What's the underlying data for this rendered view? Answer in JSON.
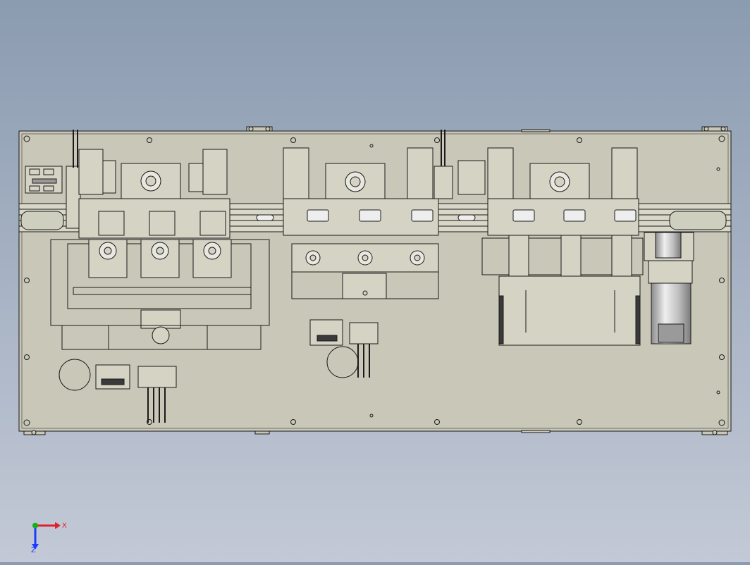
{
  "model_view": {
    "name": "cad-assembly-top-view",
    "colors": {
      "background_top": "#8b9bb0",
      "background_bottom": "#c3c9d6",
      "plate_fill": "#c9c8b8",
      "edge": "#1a1a1a",
      "part_fill": "#d4d3c4",
      "motor": "#c8c8c8",
      "dark_part": "#3a3a3a"
    }
  },
  "triad": {
    "x_label": "X",
    "z_label": "Z",
    "x_color": "#e0202a",
    "y_color": "#18b018",
    "z_color": "#1a3cff"
  }
}
